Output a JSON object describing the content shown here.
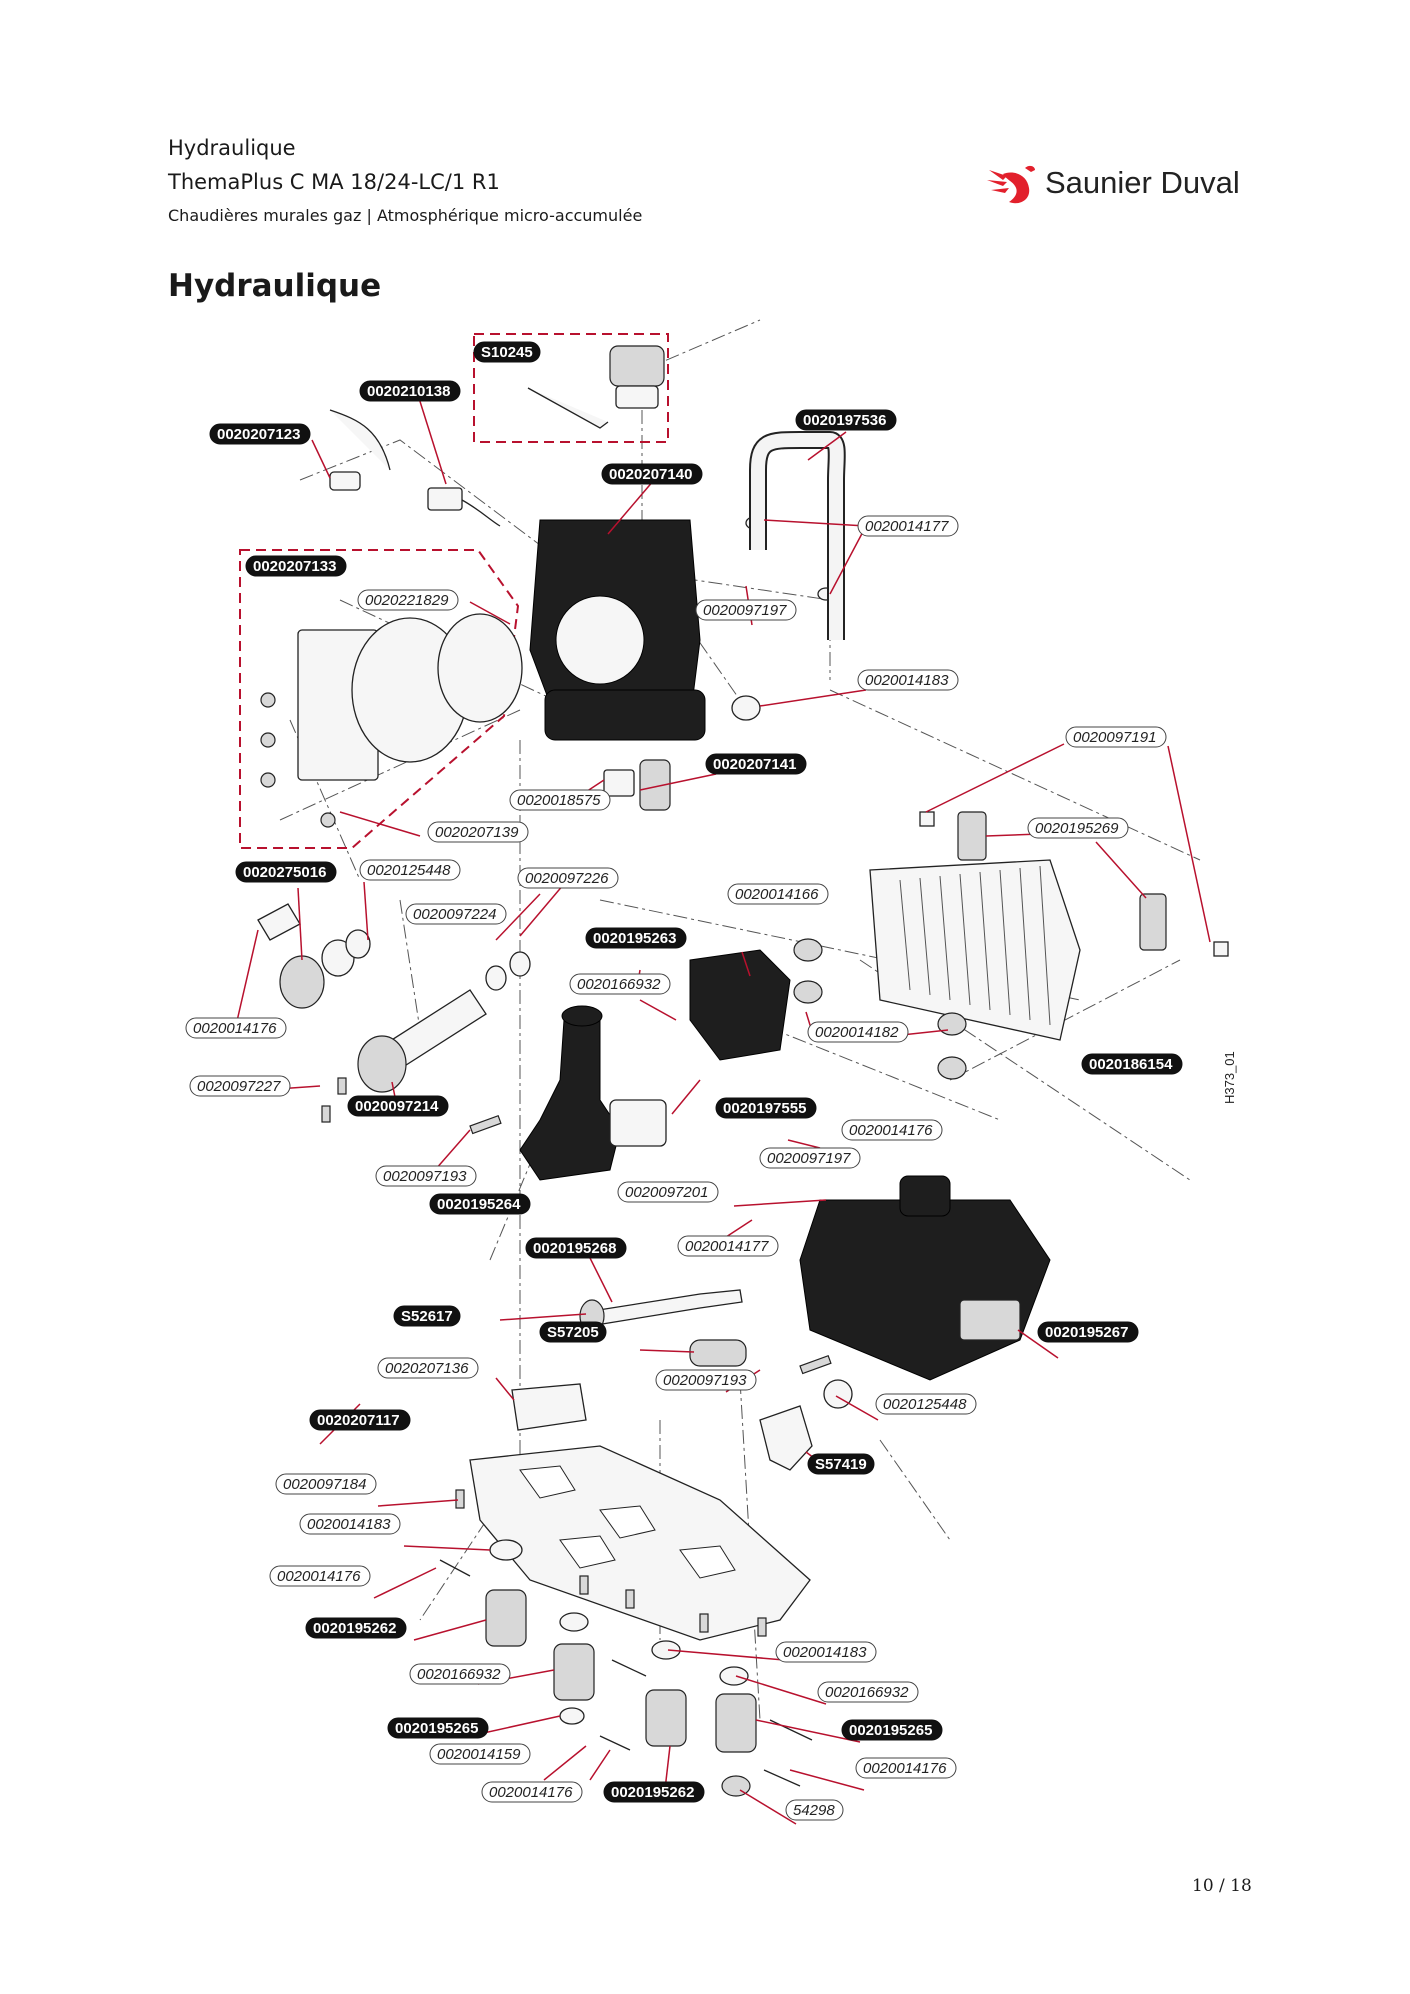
{
  "header": {
    "line1": "Hydraulique",
    "line2": "ThemaPlus C MA 18/24-LC/1 R1",
    "line3": "Chaudières murales gaz | Atmosphérique micro-accumulée",
    "brand": "Saunier Duval",
    "brand_color": "#e2202c"
  },
  "section_title": "Hydraulique",
  "drawing_ref": "H373_01",
  "page_number": "10 / 18",
  "labels": [
    {
      "text": "S10245",
      "style": "black"
    },
    {
      "text": "0020210138",
      "style": "black"
    },
    {
      "text": "0020207123",
      "style": "black"
    },
    {
      "text": "0020197536",
      "style": "black"
    },
    {
      "text": "0020207140",
      "style": "black"
    },
    {
      "text": "0020014177",
      "style": "white"
    },
    {
      "text": "0020207133",
      "style": "black"
    },
    {
      "text": "0020221829",
      "style": "white"
    },
    {
      "text": "0020097197",
      "style": "white"
    },
    {
      "text": "0020014183",
      "style": "white"
    },
    {
      "text": "0020097191",
      "style": "white"
    },
    {
      "text": "0020207141",
      "style": "black"
    },
    {
      "text": "0020018575",
      "style": "white"
    },
    {
      "text": "0020195269",
      "style": "white"
    },
    {
      "text": "0020207139",
      "style": "white"
    },
    {
      "text": "0020125448",
      "style": "white"
    },
    {
      "text": "0020275016",
      "style": "black"
    },
    {
      "text": "0020097226",
      "style": "white"
    },
    {
      "text": "0020014166",
      "style": "white"
    },
    {
      "text": "0020097224",
      "style": "white"
    },
    {
      "text": "0020195263",
      "style": "black"
    },
    {
      "text": "0020166932",
      "style": "white"
    },
    {
      "text": "0020014176",
      "style": "white"
    },
    {
      "text": "0020014182",
      "style": "white"
    },
    {
      "text": "0020186154",
      "style": "black"
    },
    {
      "text": "0020097227",
      "style": "white"
    },
    {
      "text": "0020097214",
      "style": "black"
    },
    {
      "text": "0020197555",
      "style": "black"
    },
    {
      "text": "0020014176",
      "style": "white"
    },
    {
      "text": "0020097197",
      "style": "white"
    },
    {
      "text": "0020097193",
      "style": "white"
    },
    {
      "text": "0020195264",
      "style": "black"
    },
    {
      "text": "0020097201",
      "style": "white"
    },
    {
      "text": "0020195268",
      "style": "black"
    },
    {
      "text": "0020014177",
      "style": "white"
    },
    {
      "text": "S52617",
      "style": "black"
    },
    {
      "text": "S57205",
      "style": "black"
    },
    {
      "text": "0020195267",
      "style": "black"
    },
    {
      "text": "0020207136",
      "style": "white"
    },
    {
      "text": "0020097193",
      "style": "white"
    },
    {
      "text": "0020125448",
      "style": "white"
    },
    {
      "text": "0020207117",
      "style": "black"
    },
    {
      "text": "S57419",
      "style": "black"
    },
    {
      "text": "0020097184",
      "style": "white"
    },
    {
      "text": "0020014183",
      "style": "white"
    },
    {
      "text": "0020014176",
      "style": "white"
    },
    {
      "text": "0020195262",
      "style": "black"
    },
    {
      "text": "0020014183",
      "style": "white"
    },
    {
      "text": "0020166932",
      "style": "white"
    },
    {
      "text": "0020166932",
      "style": "white"
    },
    {
      "text": "0020195265",
      "style": "black"
    },
    {
      "text": "0020195265",
      "style": "black"
    },
    {
      "text": "0020014159",
      "style": "white"
    },
    {
      "text": "0020014176",
      "style": "white"
    },
    {
      "text": "0020014176",
      "style": "white"
    },
    {
      "text": "0020195262",
      "style": "black"
    },
    {
      "text": "54298",
      "style": "white"
    }
  ]
}
